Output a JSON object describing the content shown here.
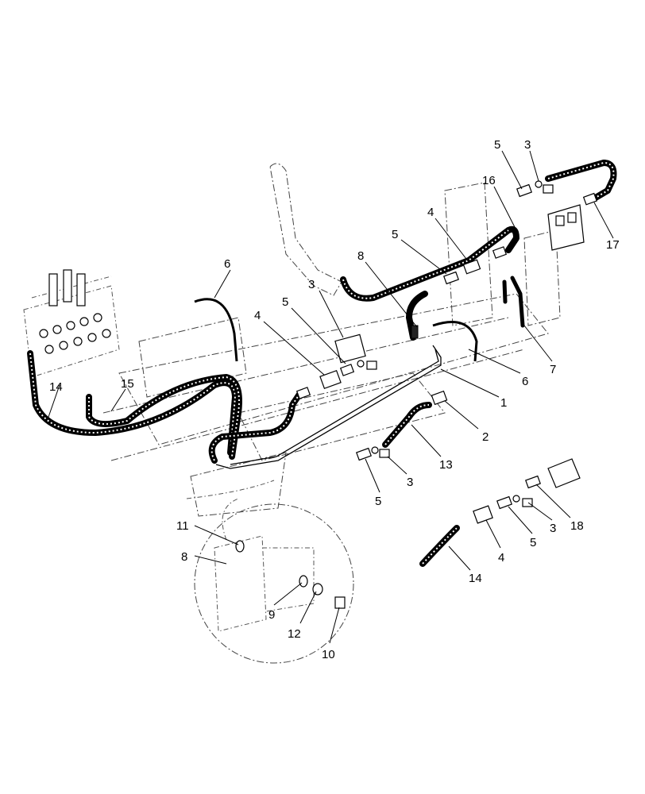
{
  "callouts": [
    {
      "label": "5"
    },
    {
      "label": "3"
    },
    {
      "label": "16"
    },
    {
      "label": "4"
    },
    {
      "label": "5"
    },
    {
      "label": "17"
    },
    {
      "label": "8"
    },
    {
      "label": "6"
    },
    {
      "label": "3"
    },
    {
      "label": "5"
    },
    {
      "label": "4"
    },
    {
      "label": "7"
    },
    {
      "label": "6"
    },
    {
      "label": "14"
    },
    {
      "label": "15"
    },
    {
      "label": "1"
    },
    {
      "label": "2"
    },
    {
      "label": "13"
    },
    {
      "label": "5"
    },
    {
      "label": "3"
    },
    {
      "label": "18"
    },
    {
      "label": "3"
    },
    {
      "label": "5"
    },
    {
      "label": "4"
    },
    {
      "label": "14"
    },
    {
      "label": "11"
    },
    {
      "label": "8"
    },
    {
      "label": "9"
    },
    {
      "label": "12"
    },
    {
      "label": "10"
    }
  ]
}
